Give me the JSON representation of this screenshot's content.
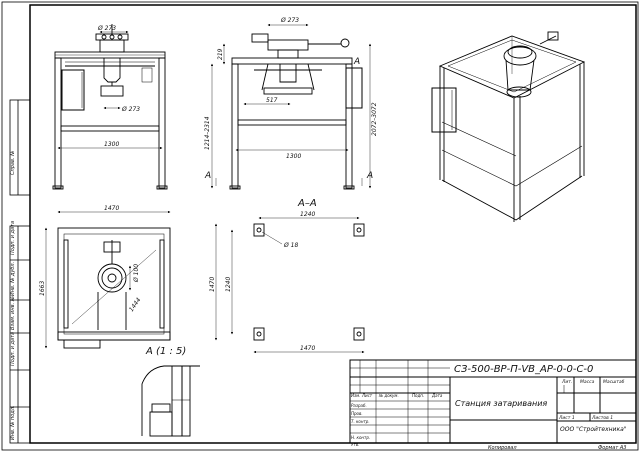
{
  "side_labels": [
    "Справ. №",
    "Перв. примен.",
    "Подп. и дата",
    "Инв. № дубл.",
    "Взам. инв. №",
    "Подп. и дата",
    "Инв. № подл."
  ],
  "front_view": {
    "dia_top": "Ø 273",
    "dia_mid": "Ø 273",
    "width": "1300"
  },
  "side_view": {
    "h1": "219",
    "dim_517": "517",
    "width": "1300",
    "h_range1": "1214–2314",
    "h_range2": "2072–3072",
    "section_mark": "A"
  },
  "plan_view": {
    "width": "1470",
    "height": "1663",
    "dia": "Ø 100",
    "diag": "1444"
  },
  "section": {
    "title": "A–A",
    "w1": "1240",
    "hole": "Ø 18",
    "h1": "1240",
    "h2": "1470",
    "w2": "1470"
  },
  "detail_label": "A (1 : 5)",
  "title_block": {
    "code": "СЗ-500-ВР-П-VB_АР-0-0-С-0",
    "name": "Станция затаривания",
    "org": "ООО \"Стройтехника\"",
    "headers": [
      "Изм.",
      "Лист",
      "№ докум.",
      "Подп.",
      "Дата"
    ],
    "roles": [
      "Разраб.",
      "Пров.",
      "Т. контр.",
      "",
      "Н. контр.",
      "Утв."
    ],
    "lit": "Лит.",
    "mass": "Масса",
    "scale": "Масштаб",
    "sheet": "Лист 1",
    "sheets": "Листов 1"
  },
  "footer": {
    "copied": "Копировал",
    "format": "Формат А3"
  }
}
